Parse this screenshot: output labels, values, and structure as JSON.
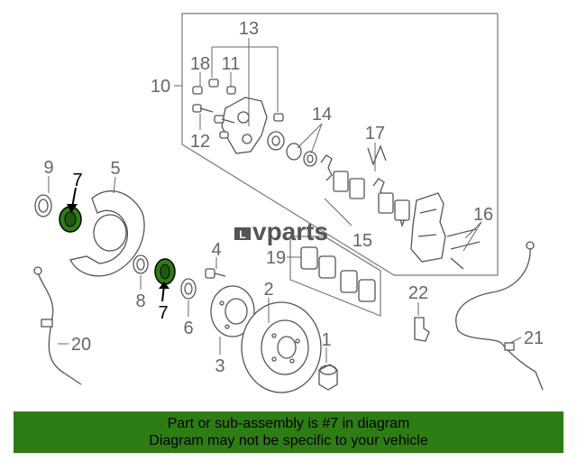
{
  "brand": {
    "logo_text": "vparts"
  },
  "callouts": [
    "1",
    "2",
    "3",
    "4",
    "5",
    "6",
    "7",
    "7",
    "8",
    "9",
    "10",
    "11",
    "12",
    "13",
    "14",
    "15",
    "16",
    "17",
    "18",
    "19",
    "20",
    "21",
    "22"
  ],
  "highlight": {
    "part_number": "7",
    "color": "#2e7d14"
  },
  "banner": {
    "line1": "Part or sub-assembly is #7 in diagram",
    "line2": "Diagram may not be specific to your vehicle",
    "color": "#2e7d14"
  },
  "icons": [
    "brand-logo-icon"
  ]
}
